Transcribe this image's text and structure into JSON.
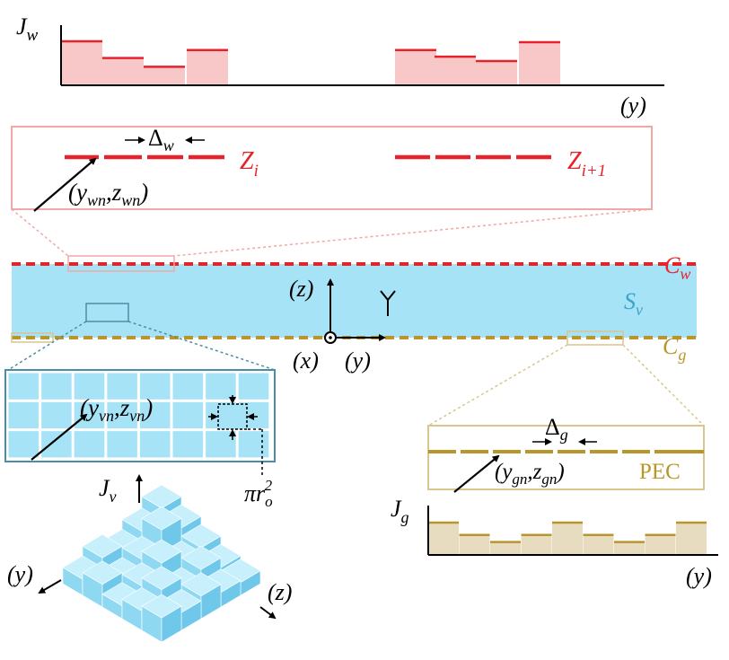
{
  "colors": {
    "wire_red": "#e8222a",
    "wire_box": "#f2a7a7",
    "wire_fill": "#f8c8c8",
    "slab_fill": "#a7e3f7",
    "slab_box": "#4b8da6",
    "ground_gold": "#b8962b",
    "ground_fill": "#e7dcbf",
    "ground_box": "#d9c68e",
    "black": "#000000"
  },
  "labels": {
    "jw": {
      "main": "J",
      "sub": "w"
    },
    "jg": {
      "main": "J",
      "sub": "g"
    },
    "jv": {
      "main": "J",
      "sub": "v"
    },
    "axis_y": "(y)",
    "axis_z": "(z)",
    "axis_x": "(x)",
    "cw": {
      "main": "C",
      "sub": "w"
    },
    "cg": {
      "main": "C",
      "sub": "g"
    },
    "sv": {
      "main": "S",
      "sub": "v"
    },
    "zi": {
      "main": "Z",
      "sub": "i"
    },
    "zi1": {
      "main": "Z",
      "sub": "i+1"
    },
    "delta_w": {
      "main": "Δ",
      "sub": "w"
    },
    "delta_g": {
      "main": "Δ",
      "sub": "g"
    },
    "ywn": {
      "open": "(y",
      "s1": "wn",
      "mid": ",z",
      "s2": "wn",
      "close": ")"
    },
    "yvn": {
      "open": "(y",
      "s1": "vn",
      "mid": ",z",
      "s2": "vn",
      "close": ")"
    },
    "ygn": {
      "open": "(y",
      "s1": "gn",
      "mid": ",z",
      "s2": "gn",
      "close": ")"
    },
    "pi_r": {
      "pi": "πr",
      "sub": "o",
      "sup": "2"
    },
    "pec": "PEC"
  },
  "jw_levels": [
    1.0,
    0.62,
    0.42,
    0.8,
    0.8,
    0.65,
    0.55,
    0.98
  ],
  "jg_levels": [
    0.6,
    0.37,
    0.24,
    0.37,
    0.6,
    0.37,
    0.24,
    0.37,
    0.6
  ]
}
